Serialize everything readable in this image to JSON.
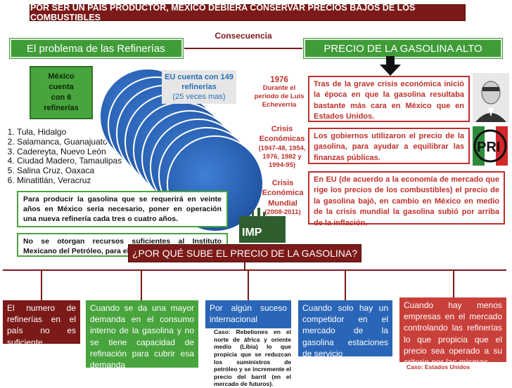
{
  "banner": "POR SER UN PAÍS PRODUCTOR, MÉXICO DEBIERA CONSERVAR PRECIOS BAJOS DE LOS COMBUSTIBLES",
  "left_header": "El problema de las Refinerías",
  "consequence_label": "Consecuencia",
  "right_header": "PRECIO DE LA GASOLINA ALTO",
  "mexico_box": {
    "line1": "México",
    "line2": "cuenta",
    "line3": "con 6",
    "line4": "refinerías"
  },
  "refineries": [
    "Tula, Hidalgo",
    "Salamanca, Guanajuato",
    "Cadereyta, Nuevo León",
    "Ciudad Madero, Tamaulipas",
    "Salina Cruz, Oaxaca",
    "Minatitlán, Veracruz"
  ],
  "para_1": "Para producir la gasolina que se requerirá en veinte años en México sería necesario, poner en operación una nueva refinería cada tres o cuatro años.",
  "para_2": "No se otorgan recursos suficientes al Instituto Mexicano del Petróleo, para el desarrollo de tecnología",
  "eu_box": {
    "line1": "EU cuenta con 149",
    "line2": "refinerías",
    "line3": "(25 veces mas)"
  },
  "crisis_1": {
    "year": "1976",
    "l1": "Durante el",
    "l2": "periodo de Luis",
    "l3": "Echeverría"
  },
  "crisis_2": {
    "title1": "Crisis",
    "title2": "Económicas",
    "years1": "(1947-48, 1954,",
    "years2": "1976, 1982 y",
    "years3": "1994-95)"
  },
  "crisis_3": {
    "title1": "Crisis",
    "title2": "Económica",
    "title3": "Mundial",
    "years": "(2008-2011)"
  },
  "red_box_1": "Tras de la grave crisis económica inició la época en que la gasolina resultaba bastante más cara en México que en Estados Unidos.",
  "red_box_2": "Los gobiernos utilizaron el precio de la gasolina, para ayudar a equilibrar las finanzas públicas.",
  "red_box_3": "En EU (de acuerdo a la economía de mercado que rige los precios de los combustibles) el precio de la gasolina bajó, en cambio en México en medio de la crisis mundial la gasolina subió por arriba de la inflación.",
  "logo_pri": "PRI",
  "logo_imp": "IMP",
  "question": "¿POR QUÉ SUBE EL PRECIO DE LA GASOLINA?",
  "reasons": [
    "El numero de refinerías en el país no es suficiente",
    "Cuando se da una mayor demanda en el consumo interno de la gasolina y no se tiene capacidad de refinación para cubrir esa demanda",
    "Por algún suceso internacional",
    "Cuando solo hay un competidor en el mercado de la gasolina estaciones de servicio",
    "Cuando hay menos empresas en el mercado controlando las refinerías lo que propicia que el precio sea operado a su criterio por las mismas"
  ],
  "reason_3_note": "Caso: Rebeliones en el norte de áfrica y oriente medio (Libia) lo que propicia que se reduzcan los suministros de petróleo y se incremente el precio del barril (en el mercado de futuros).",
  "reason_5_note": "Caso: Estados Unidos",
  "colors": {
    "maroon": "#7b1a18",
    "green": "#48a43d",
    "blue": "#2a66b8",
    "red": "#c0302c"
  }
}
